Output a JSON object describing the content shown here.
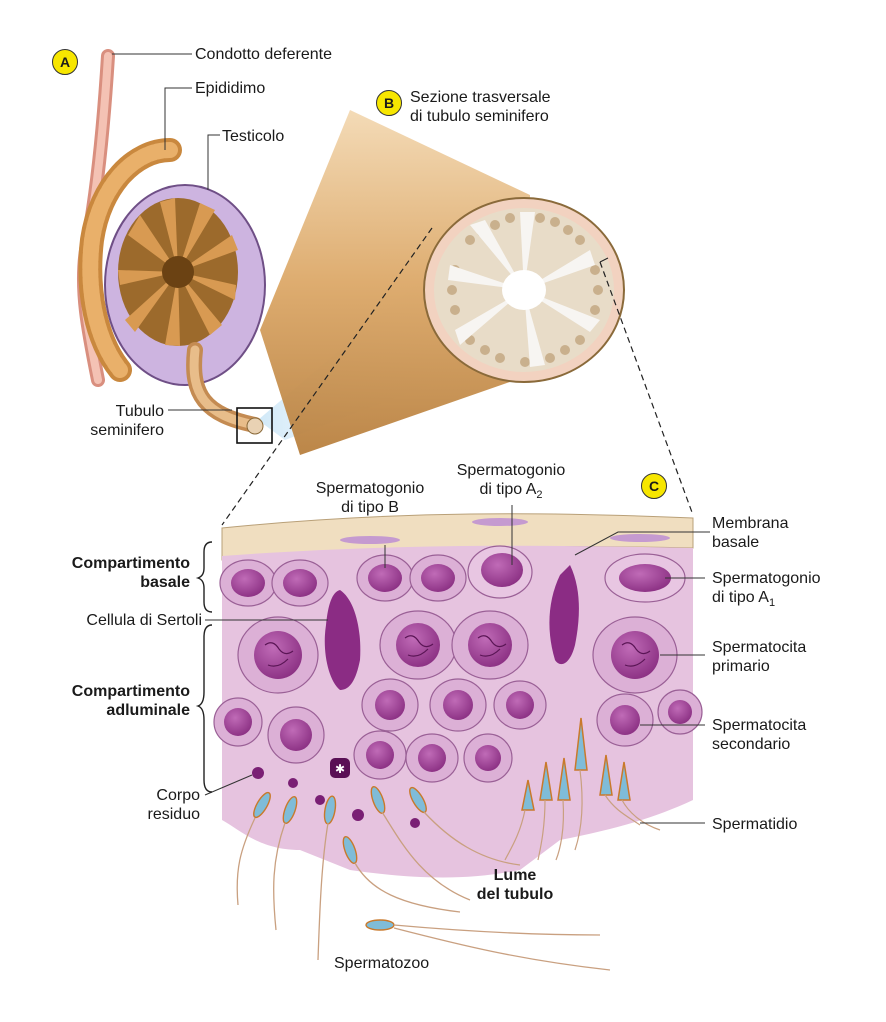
{
  "panels": {
    "a": "A",
    "b": "B",
    "c": "C"
  },
  "labels": {
    "condotto": "Condotto deferente",
    "epididimo": "Epididimo",
    "testicolo": "Testicolo",
    "tubulo_line1": "Tubulo",
    "tubulo_line2": "seminifero",
    "sezione_line1": "Sezione trasversale",
    "sezione_line2": "di tubulo seminifero",
    "spg_b_line1": "Spermatogonio",
    "spg_b_line2": "di tipo B",
    "spg_a2_line1": "Spermatogonio",
    "spg_a2_line2": "di tipo A",
    "spg_a2_sub": "2",
    "membrana_line1": "Membrana",
    "membrana_line2": "basale",
    "comp_basale_line1": "Compartimento",
    "comp_basale_line2": "basale",
    "spg_a1_line1": "Spermatogonio",
    "spg_a1_line2": "di tipo A",
    "spg_a1_sub": "1",
    "sertoli": "Cellula di Sertoli",
    "comp_adlum_line1": "Compartimento",
    "comp_adlum_line2": "adluminale",
    "spc_primario_line1": "Spermatocita",
    "spc_primario_line2": "primario",
    "spc_secondario_line1": "Spermatocita",
    "spc_secondario_line2": "secondario",
    "corpo_line1": "Corpo",
    "corpo_line2": "residuo",
    "spermatidio": "Spermatidio",
    "lume_line1": "Lume",
    "lume_line2": "del tubulo",
    "spermatozoo": "Spermatozoo"
  },
  "colors": {
    "badge": "#f7e600",
    "tissue": "#e6c3df",
    "cell": "#d9a8d3",
    "nucleus": "#9a3d93",
    "sertoli": "#8b2c84",
    "tubule": "#e3b984",
    "testis_purple": "#cdb4e0",
    "epididymis": "#e0a860"
  }
}
